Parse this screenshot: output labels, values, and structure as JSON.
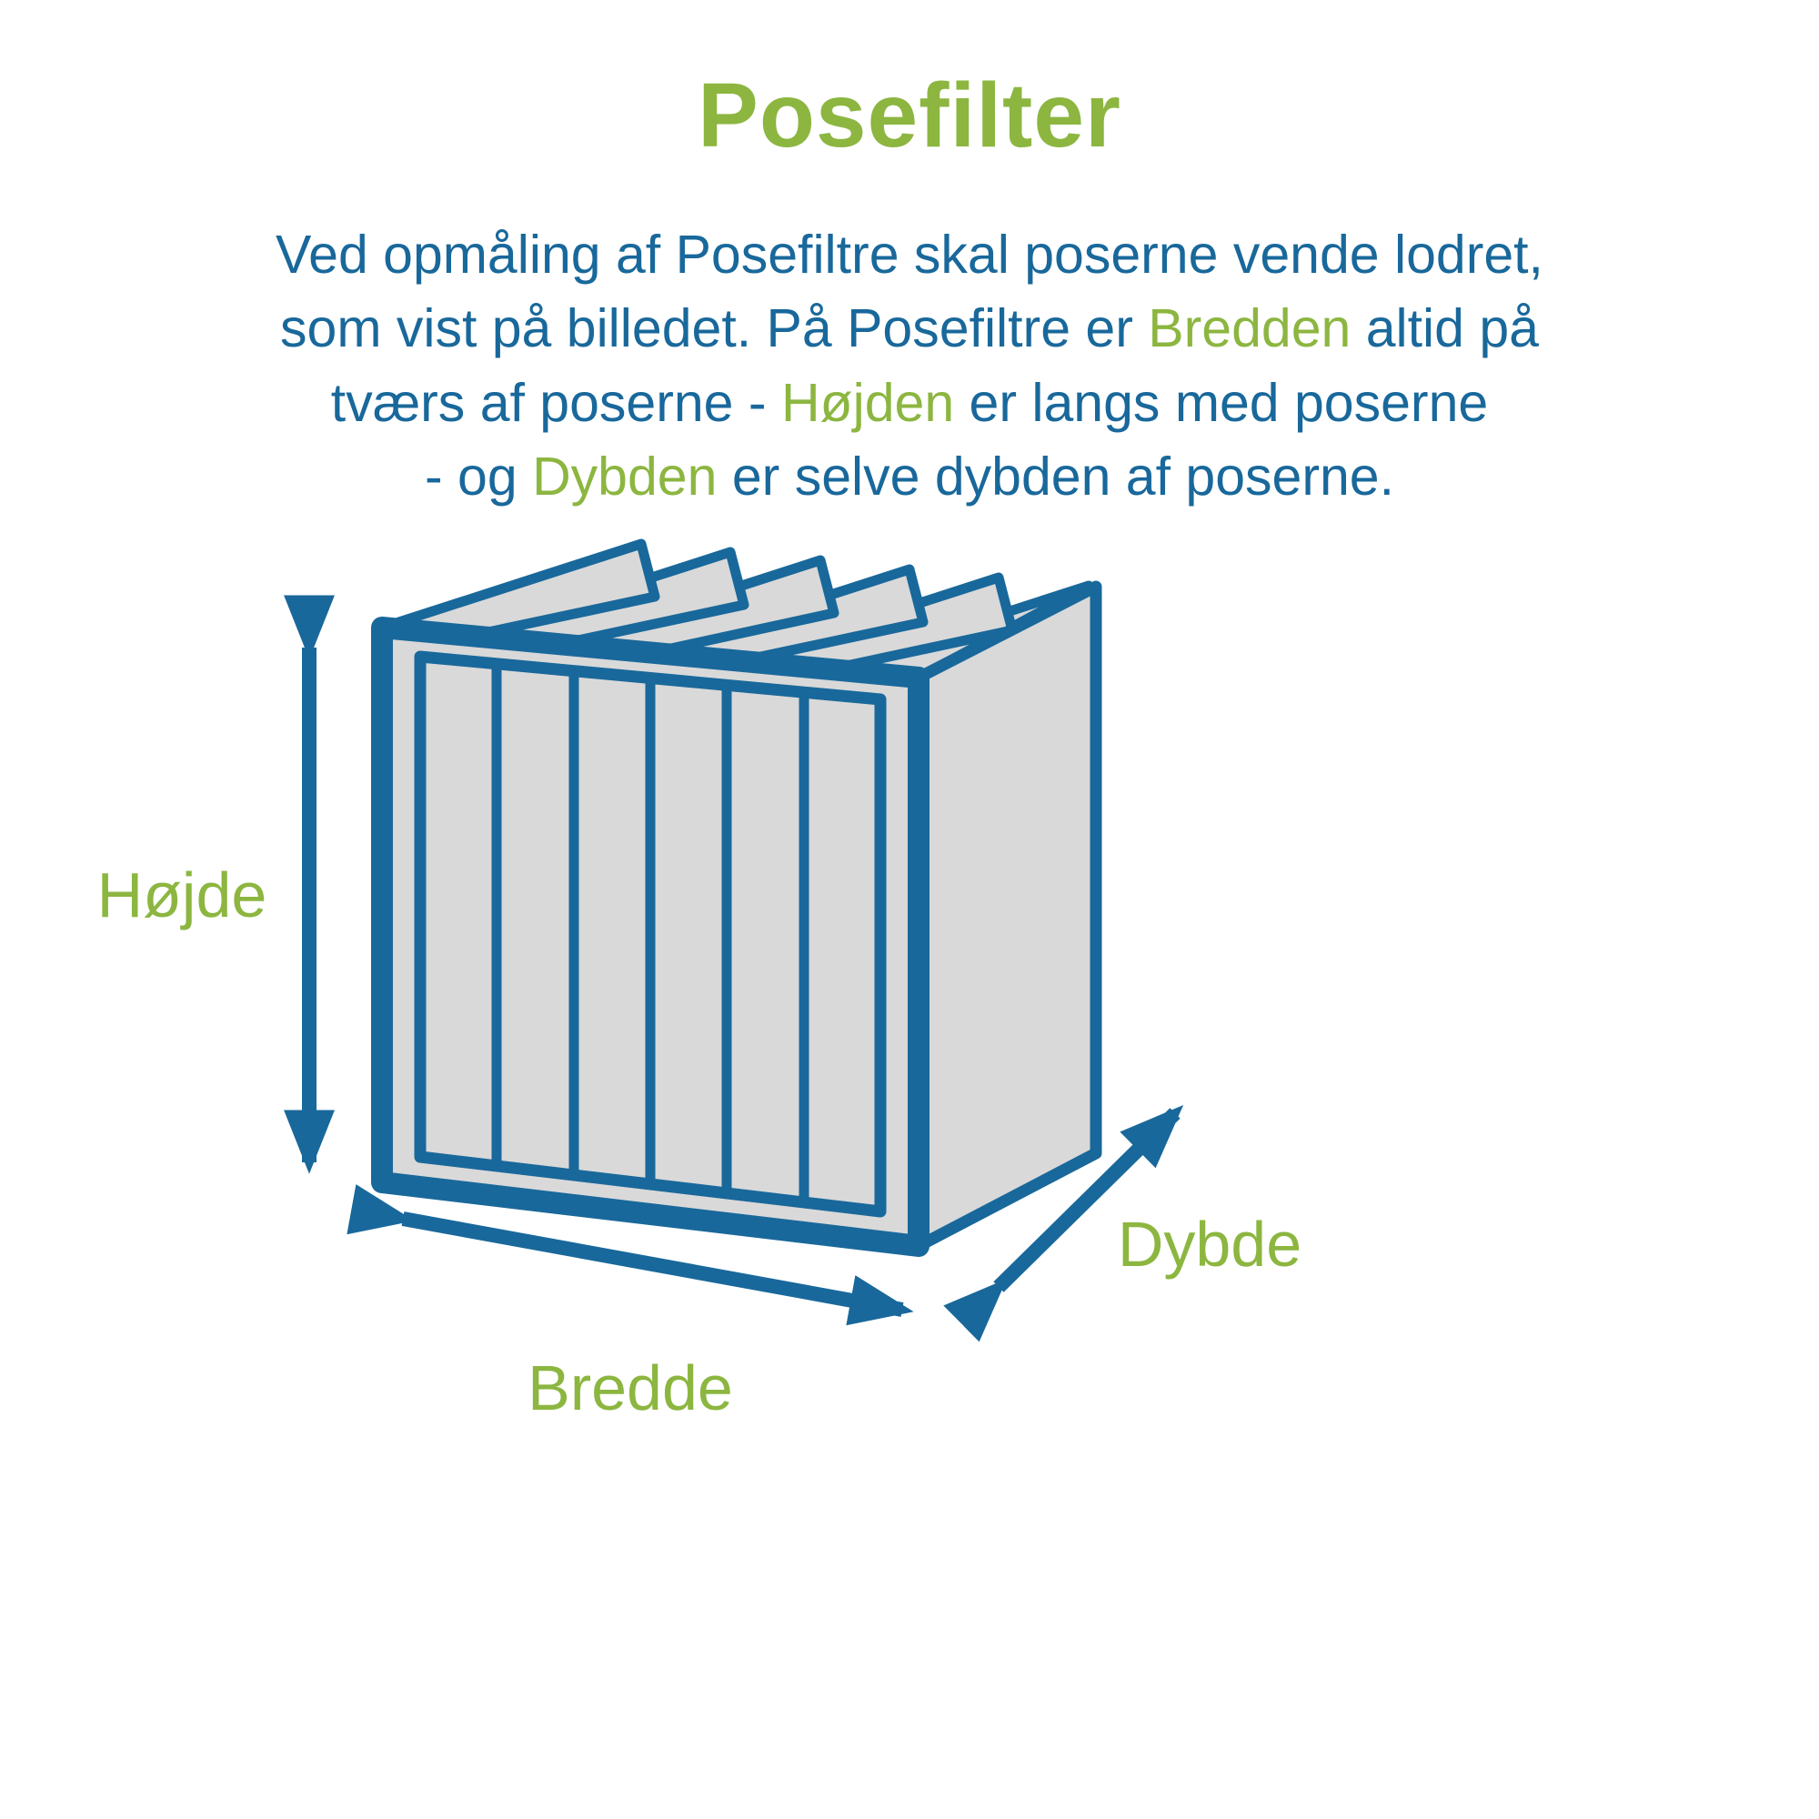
{
  "colors": {
    "green": "#8CB640",
    "blue": "#19689B",
    "gray": "#D9D9D9",
    "bg": "#FFFFFF"
  },
  "title": "Posefilter",
  "description": {
    "line1": "Ved opmåling af Posefiltre skal poserne vende lodret,",
    "line2_a": "som vist på billedet. På Posefiltre er ",
    "line2_green": "Bredden",
    "line2_b": " altid på",
    "line3_a": "tværs af poserne - ",
    "line3_green": "Højden",
    "line3_b": " er langs med poserne",
    "line4_a": "- og ",
    "line4_green": "Dybden",
    "line4_b": " er selve dybden af poserne."
  },
  "diagram": {
    "height_label": "Højde",
    "width_label": "Bredde",
    "depth_label": "Dybde"
  }
}
